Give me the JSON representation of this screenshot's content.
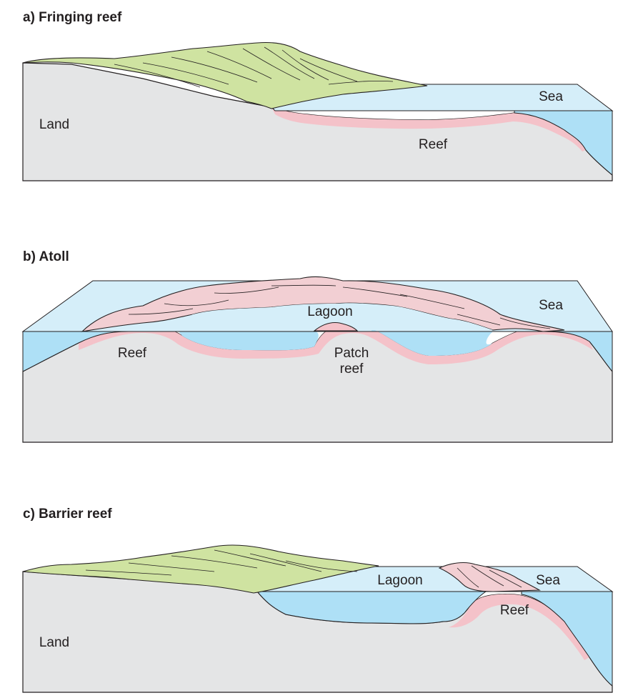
{
  "panels": {
    "a": {
      "title": "a)  Fringing reef",
      "labels": {
        "land": "Land",
        "sea": "Sea",
        "reef": "Reef"
      }
    },
    "b": {
      "title": "b)  Atoll",
      "labels": {
        "lagoon": "Lagoon",
        "sea": "Sea",
        "reef": "Reef",
        "patch_reef_line1": "Patch",
        "patch_reef_line2": "reef"
      }
    },
    "c": {
      "title": "c)  Barrier reef",
      "labels": {
        "land": "Land",
        "lagoon": "Lagoon",
        "sea": "Sea",
        "reef": "Reef"
      }
    }
  },
  "colors": {
    "ground": "#e4e5e6",
    "sea_surface": "#d5eef9",
    "sea_water": "#aee0f6",
    "reef": "#f4c2c9",
    "reef_top": "#f2cfd3",
    "land_vegetation": "#cfe3a1",
    "outline": "#231f20"
  }
}
